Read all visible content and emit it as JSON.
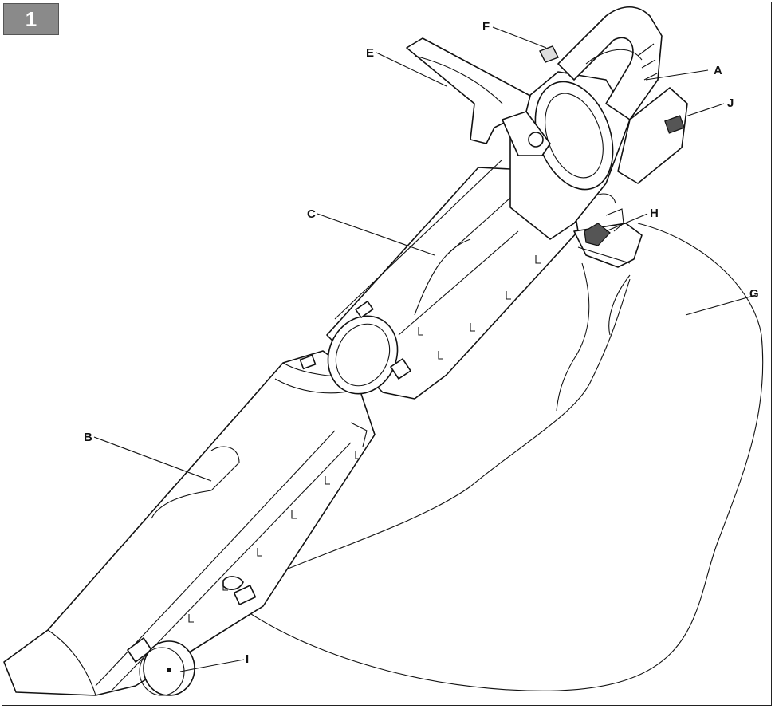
{
  "figure": {
    "number": "1"
  },
  "labels": {
    "A": "A",
    "B": "B",
    "C": "C",
    "E": "E",
    "F": "F",
    "G": "G",
    "H": "H",
    "I": "I",
    "J": "J"
  },
  "colors": {
    "badge": "#8a8a8a",
    "line": "#111111",
    "fill": "#ffffff"
  }
}
